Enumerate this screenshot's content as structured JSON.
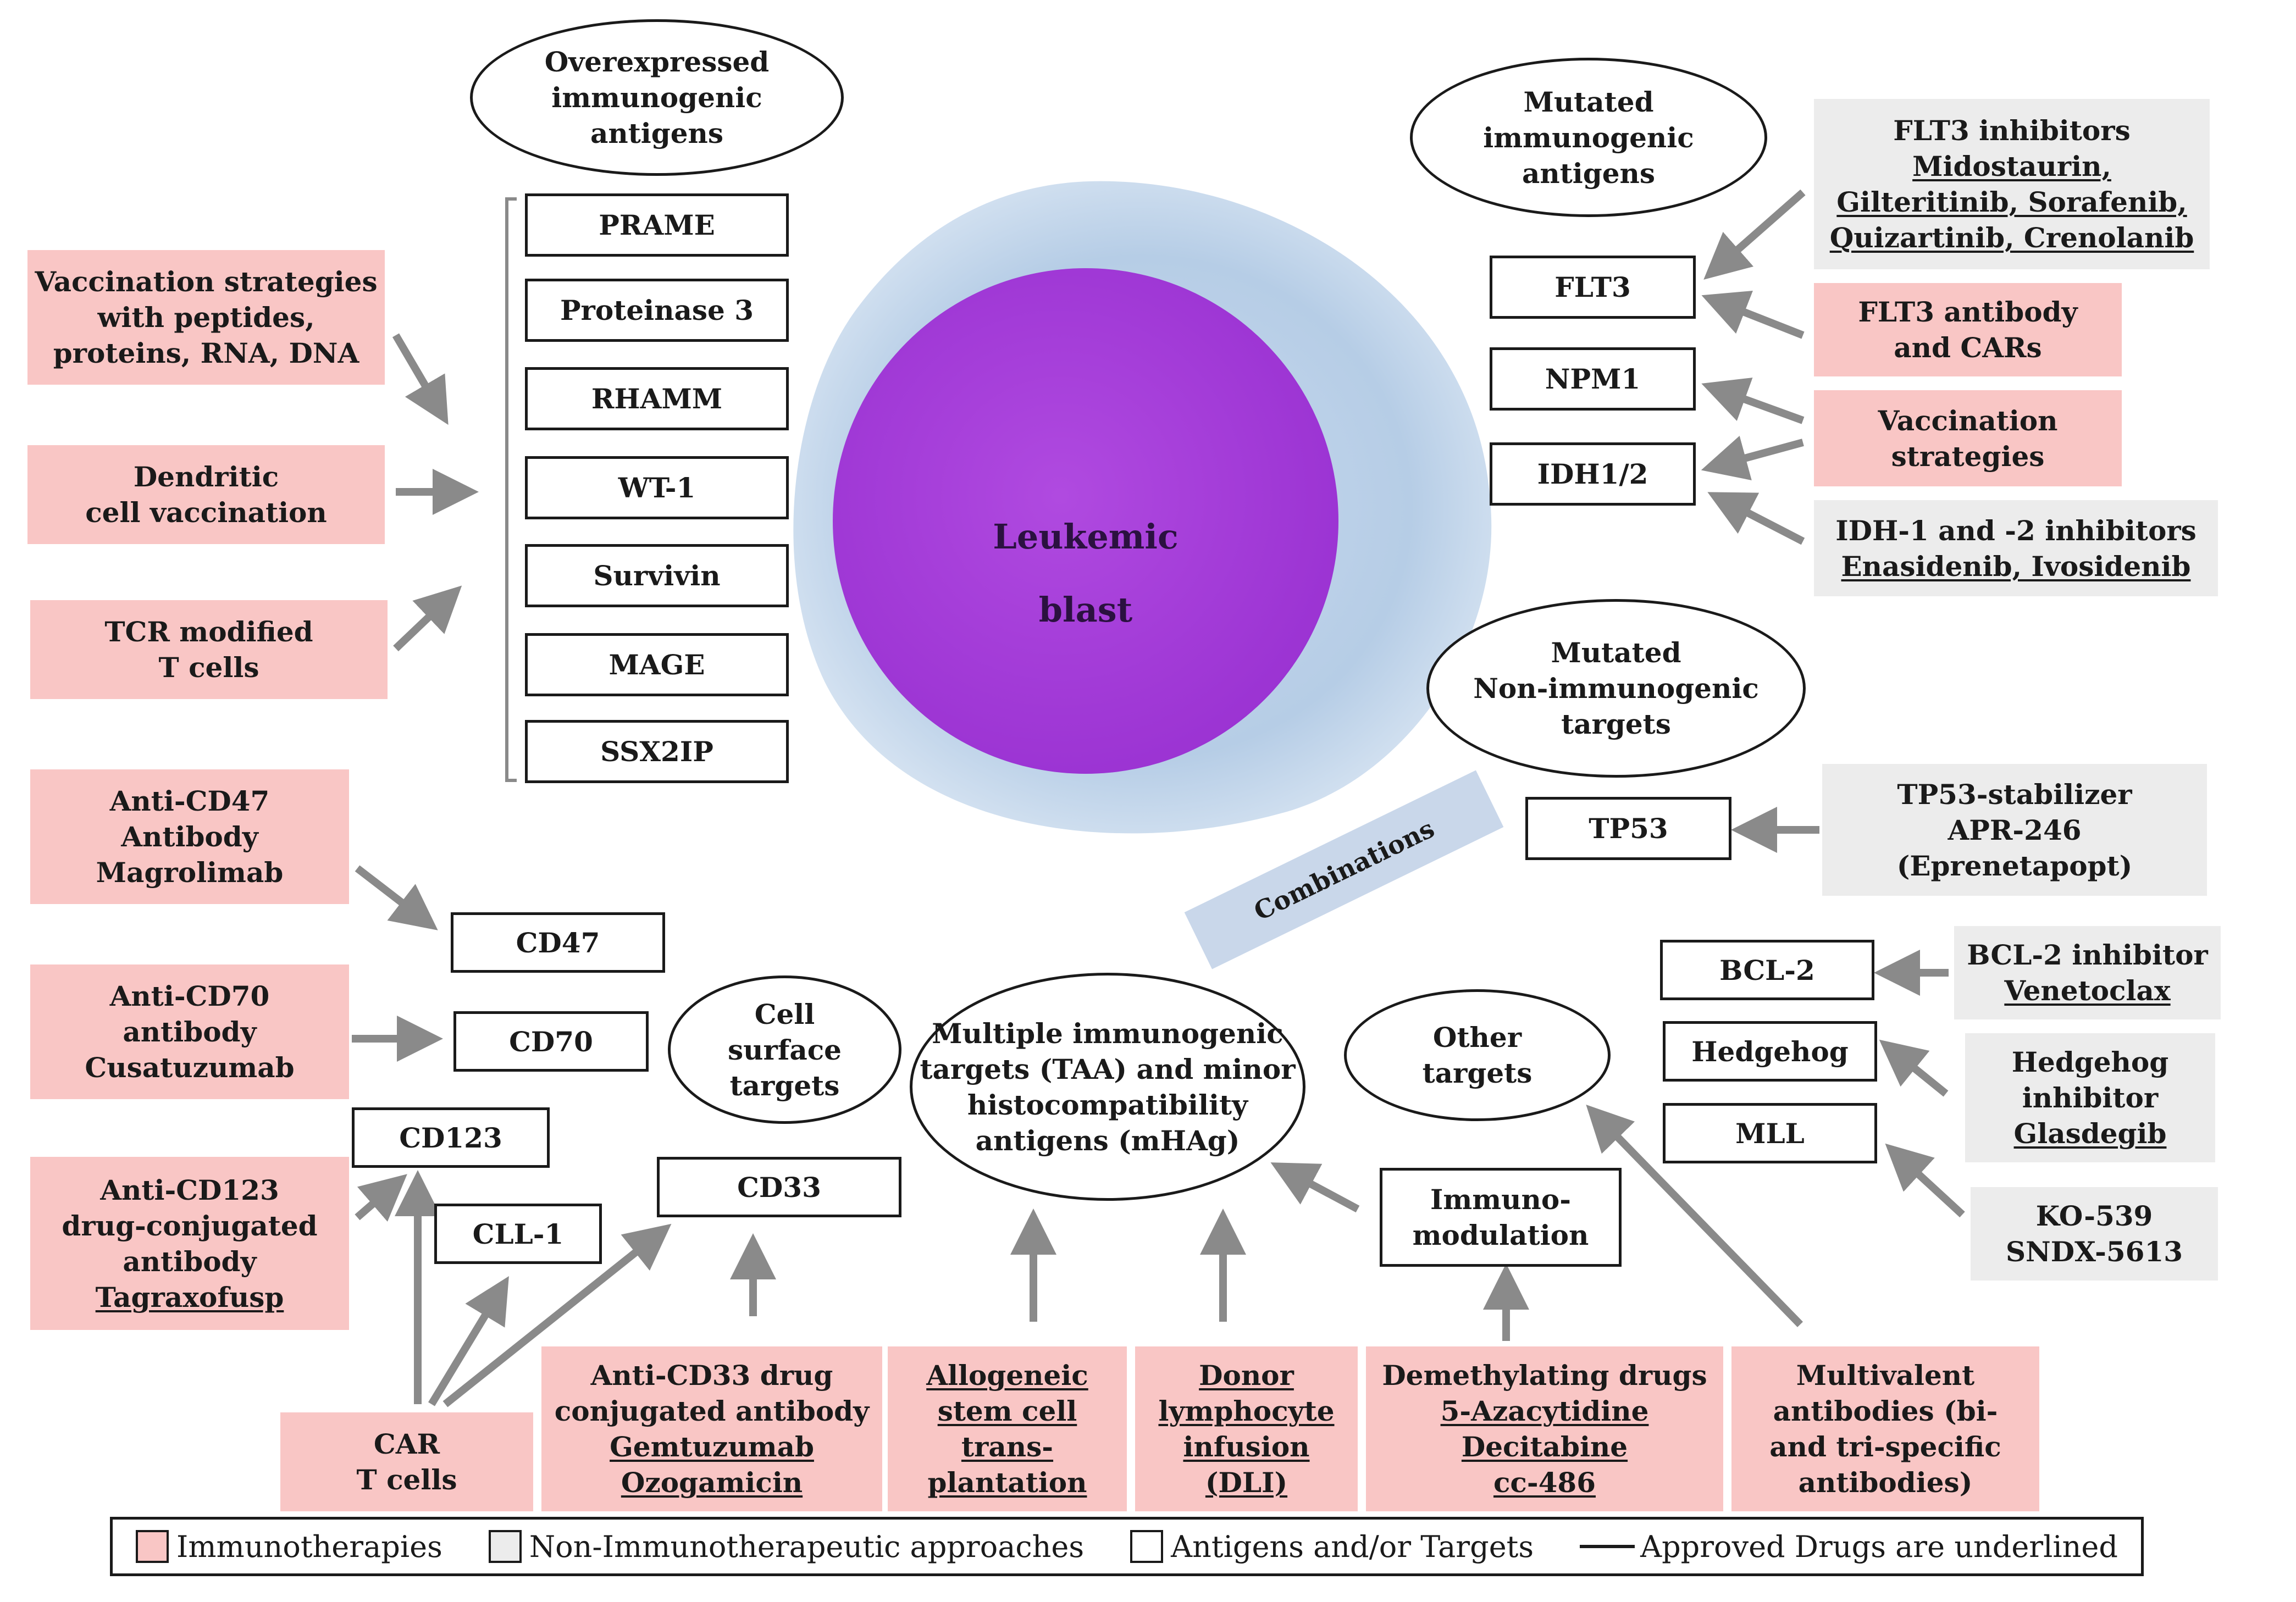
{
  "center": {
    "line1": "Leukemic",
    "line2": "blast"
  },
  "ovals": {
    "overexpressed": [
      "Overexpressed",
      "immunogenic",
      "antigens"
    ],
    "mutated_immuno": [
      "Mutated",
      "immunogenic",
      "antigens"
    ],
    "mutated_non": [
      "Mutated",
      "Non-immunogenic",
      "targets"
    ],
    "cell_surface": [
      "Cell",
      "surface",
      "targets"
    ],
    "multiple": [
      "Multiple immunogenic",
      "targets (TAA) and minor",
      "histocompatibility",
      "antigens (mHAg)"
    ],
    "other": [
      "Other",
      "targets"
    ]
  },
  "antigens_left": [
    "PRAME",
    "Proteinase 3",
    "RHAMM",
    "WT-1",
    "Survivin",
    "MAGE",
    "SSX2IP"
  ],
  "antigens_right": [
    "FLT3",
    "NPM1",
    "IDH1/2"
  ],
  "tp53": "TP53",
  "surface_targets": {
    "cd47": "CD47",
    "cd70": "CD70",
    "cd123": "CD123",
    "cll1": "CLL-1",
    "cd33": "CD33"
  },
  "other_targets": [
    "BCL-2",
    "Hedgehog",
    "MLL"
  ],
  "immunomodulation": [
    "Immuno-",
    "modulation"
  ],
  "left_therapies": {
    "vaccination": [
      "Vaccination strategies",
      "with peptides,",
      "proteins, RNA, DNA"
    ],
    "dendritic": [
      "Dendritic",
      "cell vaccination"
    ],
    "tcr": [
      "TCR modified",
      "T cells"
    ],
    "cd47": [
      "Anti-CD47",
      "Antibody",
      "Magrolimab"
    ],
    "cd70": [
      "Anti-CD70",
      "antibody",
      "Cusatuzumab"
    ],
    "cd123": [
      "Anti-CD123",
      "drug-conjugated",
      "antibody"
    ],
    "cd123_drug": "Tagraxofusp"
  },
  "right_items": {
    "flt3_inhib_title": "FLT3 inhibitors",
    "flt3_inhib_drugs": [
      "Midostaurin,",
      "Gilteritinib, Sorafenib,",
      "Quizartinib, Crenolanib"
    ],
    "flt3_ab": [
      "FLT3 antibody",
      "and CARs"
    ],
    "vacc": [
      "Vaccination",
      "strategies"
    ],
    "idh_title": "IDH-1 and -2 inhibitors",
    "idh_drugs": "Enasidenib, Ivosidenib",
    "tp53_drug": [
      "TP53-stabilizer",
      "APR-246",
      "(Eprenetapopt)"
    ],
    "bcl2_title": "BCL-2 inhibitor",
    "bcl2_drug": "Venetoclax",
    "hh": [
      "Hedgehog",
      "inhibitor"
    ],
    "hh_drug": "Glasdegib",
    "ko": [
      "KO-539",
      "SNDX-5613"
    ]
  },
  "combinations": "Combinations",
  "bottom": {
    "car": [
      "CAR",
      "T cells"
    ],
    "cd33_ab": [
      "Anti-CD33 drug",
      "conjugated antibody"
    ],
    "cd33_drugs": [
      "Gemtuzumab",
      "Ozogamicin"
    ],
    "allo": [
      "Allogeneic",
      "stem cell",
      "trans-",
      "plantation"
    ],
    "dli": [
      "Donor",
      "lymphocyte",
      "infusion",
      "(DLI)"
    ],
    "demeth_title": "Demethylating drugs",
    "demeth_drugs": [
      "5-Azacytidine",
      "Decitabine",
      "cc-486"
    ],
    "multi": [
      "Multivalent",
      "antibodies (bi-",
      "and tri-specific",
      "antibodies)"
    ]
  },
  "legend": {
    "immuno": "Immunotherapies",
    "nonimmuno": "Non-Immunotherapeutic approaches",
    "antigens": "Antigens and/or Targets",
    "approved": "Approved Drugs are underlined"
  },
  "colors": {
    "immuno": "#f9c6c5",
    "nonimmuno": "#ececec",
    "nucleus": "#a23ad8",
    "cytoplasm": "#b9cfe6",
    "arrow": "#8a8a8a"
  }
}
